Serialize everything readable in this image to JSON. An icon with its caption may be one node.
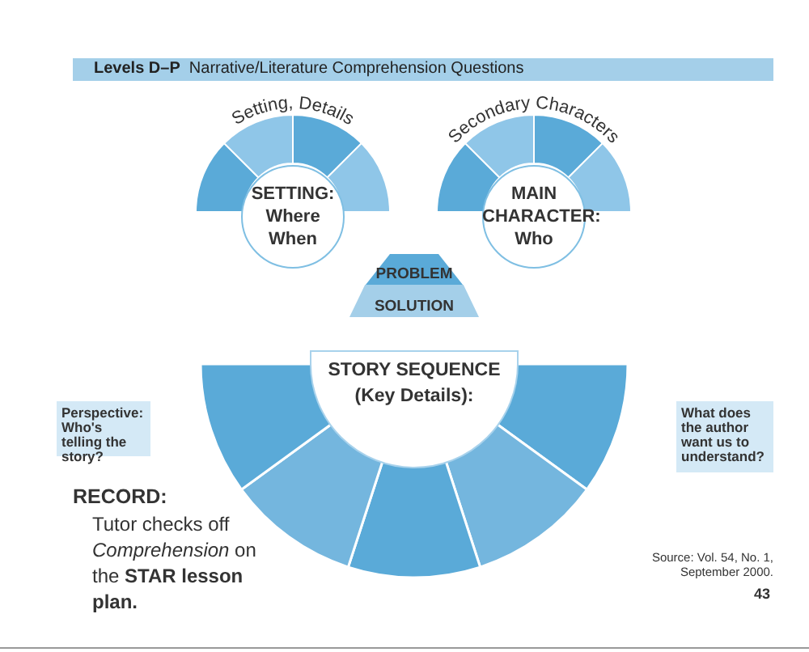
{
  "diagram": {
    "title": "**Levels D–P**  Narrative/Literature Comprehension Questions",
    "nodes": [
      {
        "text": [
          "Setting, Details"
        ]
      },
      {
        "text": [
          "SETTING: Where When"
        ]
      },
      {
        "text": [
          "Secondary Characters"
        ]
      },
      {
        "text": [
          "MAIN CHARACTER: Who"
        ]
      },
      {
        "text": [
          "PROBLEM"
        ]
      },
      {
        "text": [
          "SOLUTION"
        ]
      },
      {
        "text": [
          "STORY SEQUENCE (Key Details):"
        ]
      },
      {
        "text": [
          "Perspective: Who's telling the story?"
        ]
      },
      {
        "text": [
          "What does the author want us to understand?"
        ]
      }
    ],
    "edges": [],
    "labels": [
      "RECORD:",
      "Tutor checks off *Comprehension* on the **STAR lesson plan.**",
      "Source: Vol. 54, No. 1, September 2000.",
      "43"
    ]
  }
}
